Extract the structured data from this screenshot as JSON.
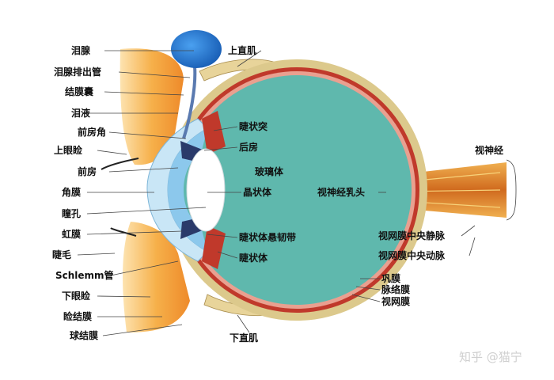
{
  "labels": {
    "lacrimal_gland": "泪腺",
    "lacrimal_duct": "泪腺排出管",
    "conjunctival_sac": "结膜囊",
    "tears": "泪液",
    "anterior_chamber_angle": "前房角",
    "upper_eyelid": "上眼睑",
    "anterior_chamber": "前房",
    "cornea": "角膜",
    "pupil": "瞳孔",
    "iris": "虹膜",
    "eyelash": "睫毛",
    "schlemm_canal": "Schlemm管",
    "lower_eyelid": "下眼睑",
    "palpebral_conjunctiva": "睑结膜",
    "bulbar_conjunctiva": "球结膜",
    "superior_rectus": "上直肌",
    "ciliary_process": "睫状突",
    "posterior_chamber": "后房",
    "vitreous_body": "玻璃体",
    "lens": "晶状体",
    "optic_disc": "视神经乳头",
    "zonule": "睫状体悬韧带",
    "ciliary_body": "睫状体",
    "optic_nerve": "视神经",
    "central_retinal_vein": "视网膜中央静脉",
    "central_retinal_artery": "视网膜中央动脉",
    "sclera": "巩膜",
    "choroid": "脉络膜",
    "retina": "视网膜",
    "inferior_rectus": "下直肌"
  },
  "watermark": "知乎 @猫宁",
  "colors": {
    "vitreous": "#5fb8ad",
    "sclera": "#d9c78a",
    "choroid": "#c0392b",
    "cornea": "#c9e6f6",
    "anterior_chamber": "#8cc8ec",
    "lacrimal_gland": "#1f6fc7",
    "eyelid": "#f4a63a",
    "optic_nerve": "#d98a2b"
  }
}
